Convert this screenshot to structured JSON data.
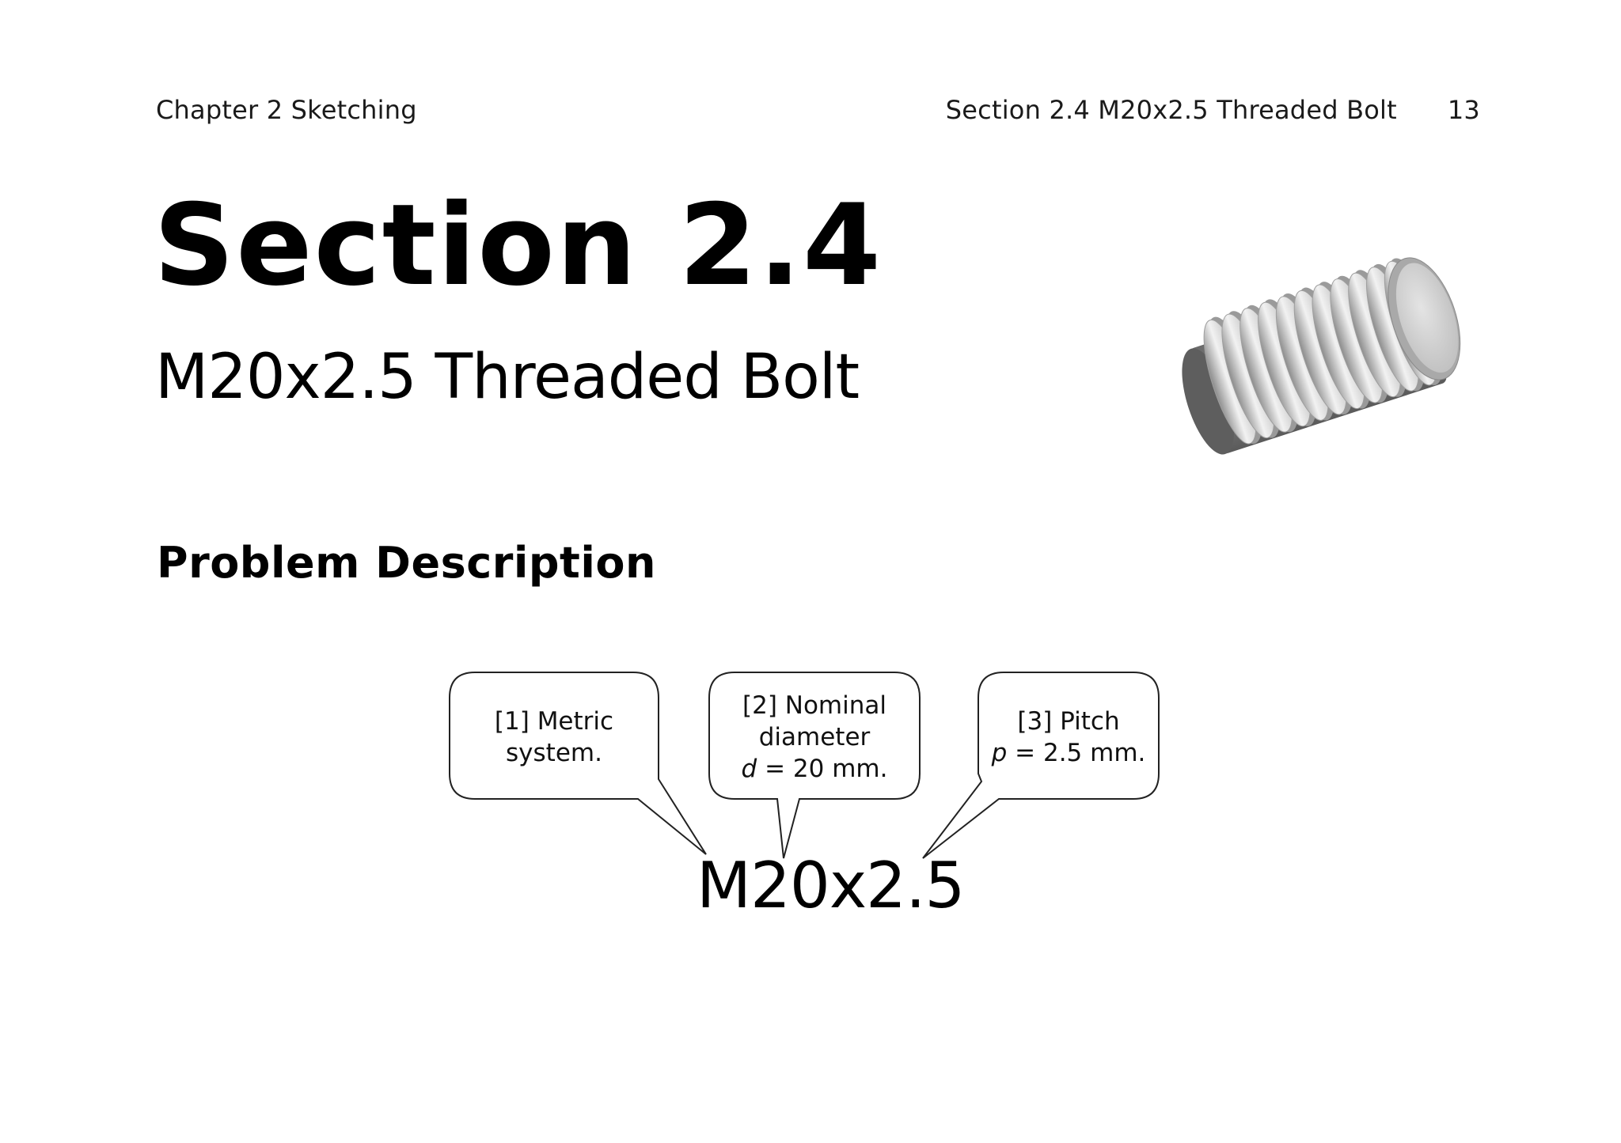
{
  "running_head": {
    "chapter": "Chapter 2  Sketching",
    "section": "Section 2.4  M20x2.5 Threaded Bolt",
    "page_number": "13"
  },
  "section": {
    "title": "Section 2.4",
    "subtitle": "M20x2.5 Threaded Bolt"
  },
  "problem": {
    "heading": "Problem Description",
    "designation": "M20x2.5",
    "callouts": [
      {
        "lines": [
          "[1] Metric",
          "system."
        ]
      },
      {
        "lines": [
          "[2] Nominal",
          "diameter"
        ],
        "var": "d",
        "rest": " = 20 mm."
      },
      {
        "lines": [
          "[3] Pitch"
        ],
        "var": "p",
        "rest": " = 2.5 mm."
      }
    ]
  },
  "figure": {
    "icon": "threaded-bolt-icon",
    "colors": {
      "thread_light": "#e0e0e0",
      "thread_shade": "#9a9a9a",
      "end_face": "#d2d2d2",
      "shank": "#7c7c7c"
    }
  }
}
